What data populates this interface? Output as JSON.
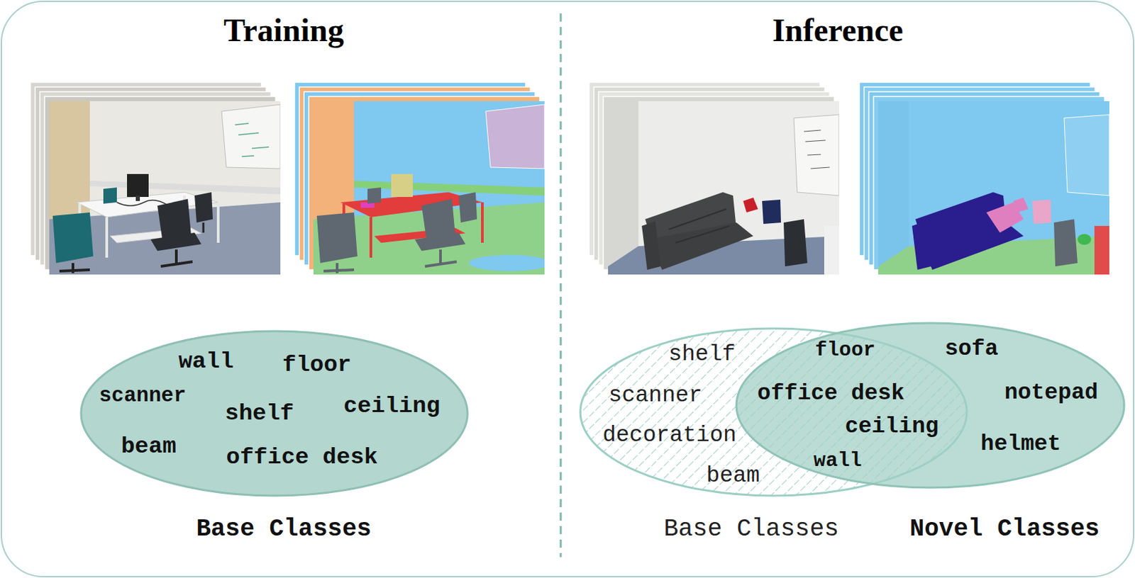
{
  "diagram": {
    "nodes": [
      {
        "text": [
          "wall",
          "floor",
          "scanner",
          "shelf",
          "ceiling",
          "beam",
          "office desk",
          "Base Classes"
        ]
      },
      {
        "text": [
          "shelf",
          "scanner",
          "decoration",
          "beam",
          "Base Classes"
        ]
      },
      {
        "text": [
          "floor",
          "sofa",
          "office desk",
          "notepad",
          "ceiling",
          "helmet",
          "wall",
          "Novel Classes"
        ]
      }
    ],
    "labels": [
      "Training",
      "Inference"
    ]
  }
}
